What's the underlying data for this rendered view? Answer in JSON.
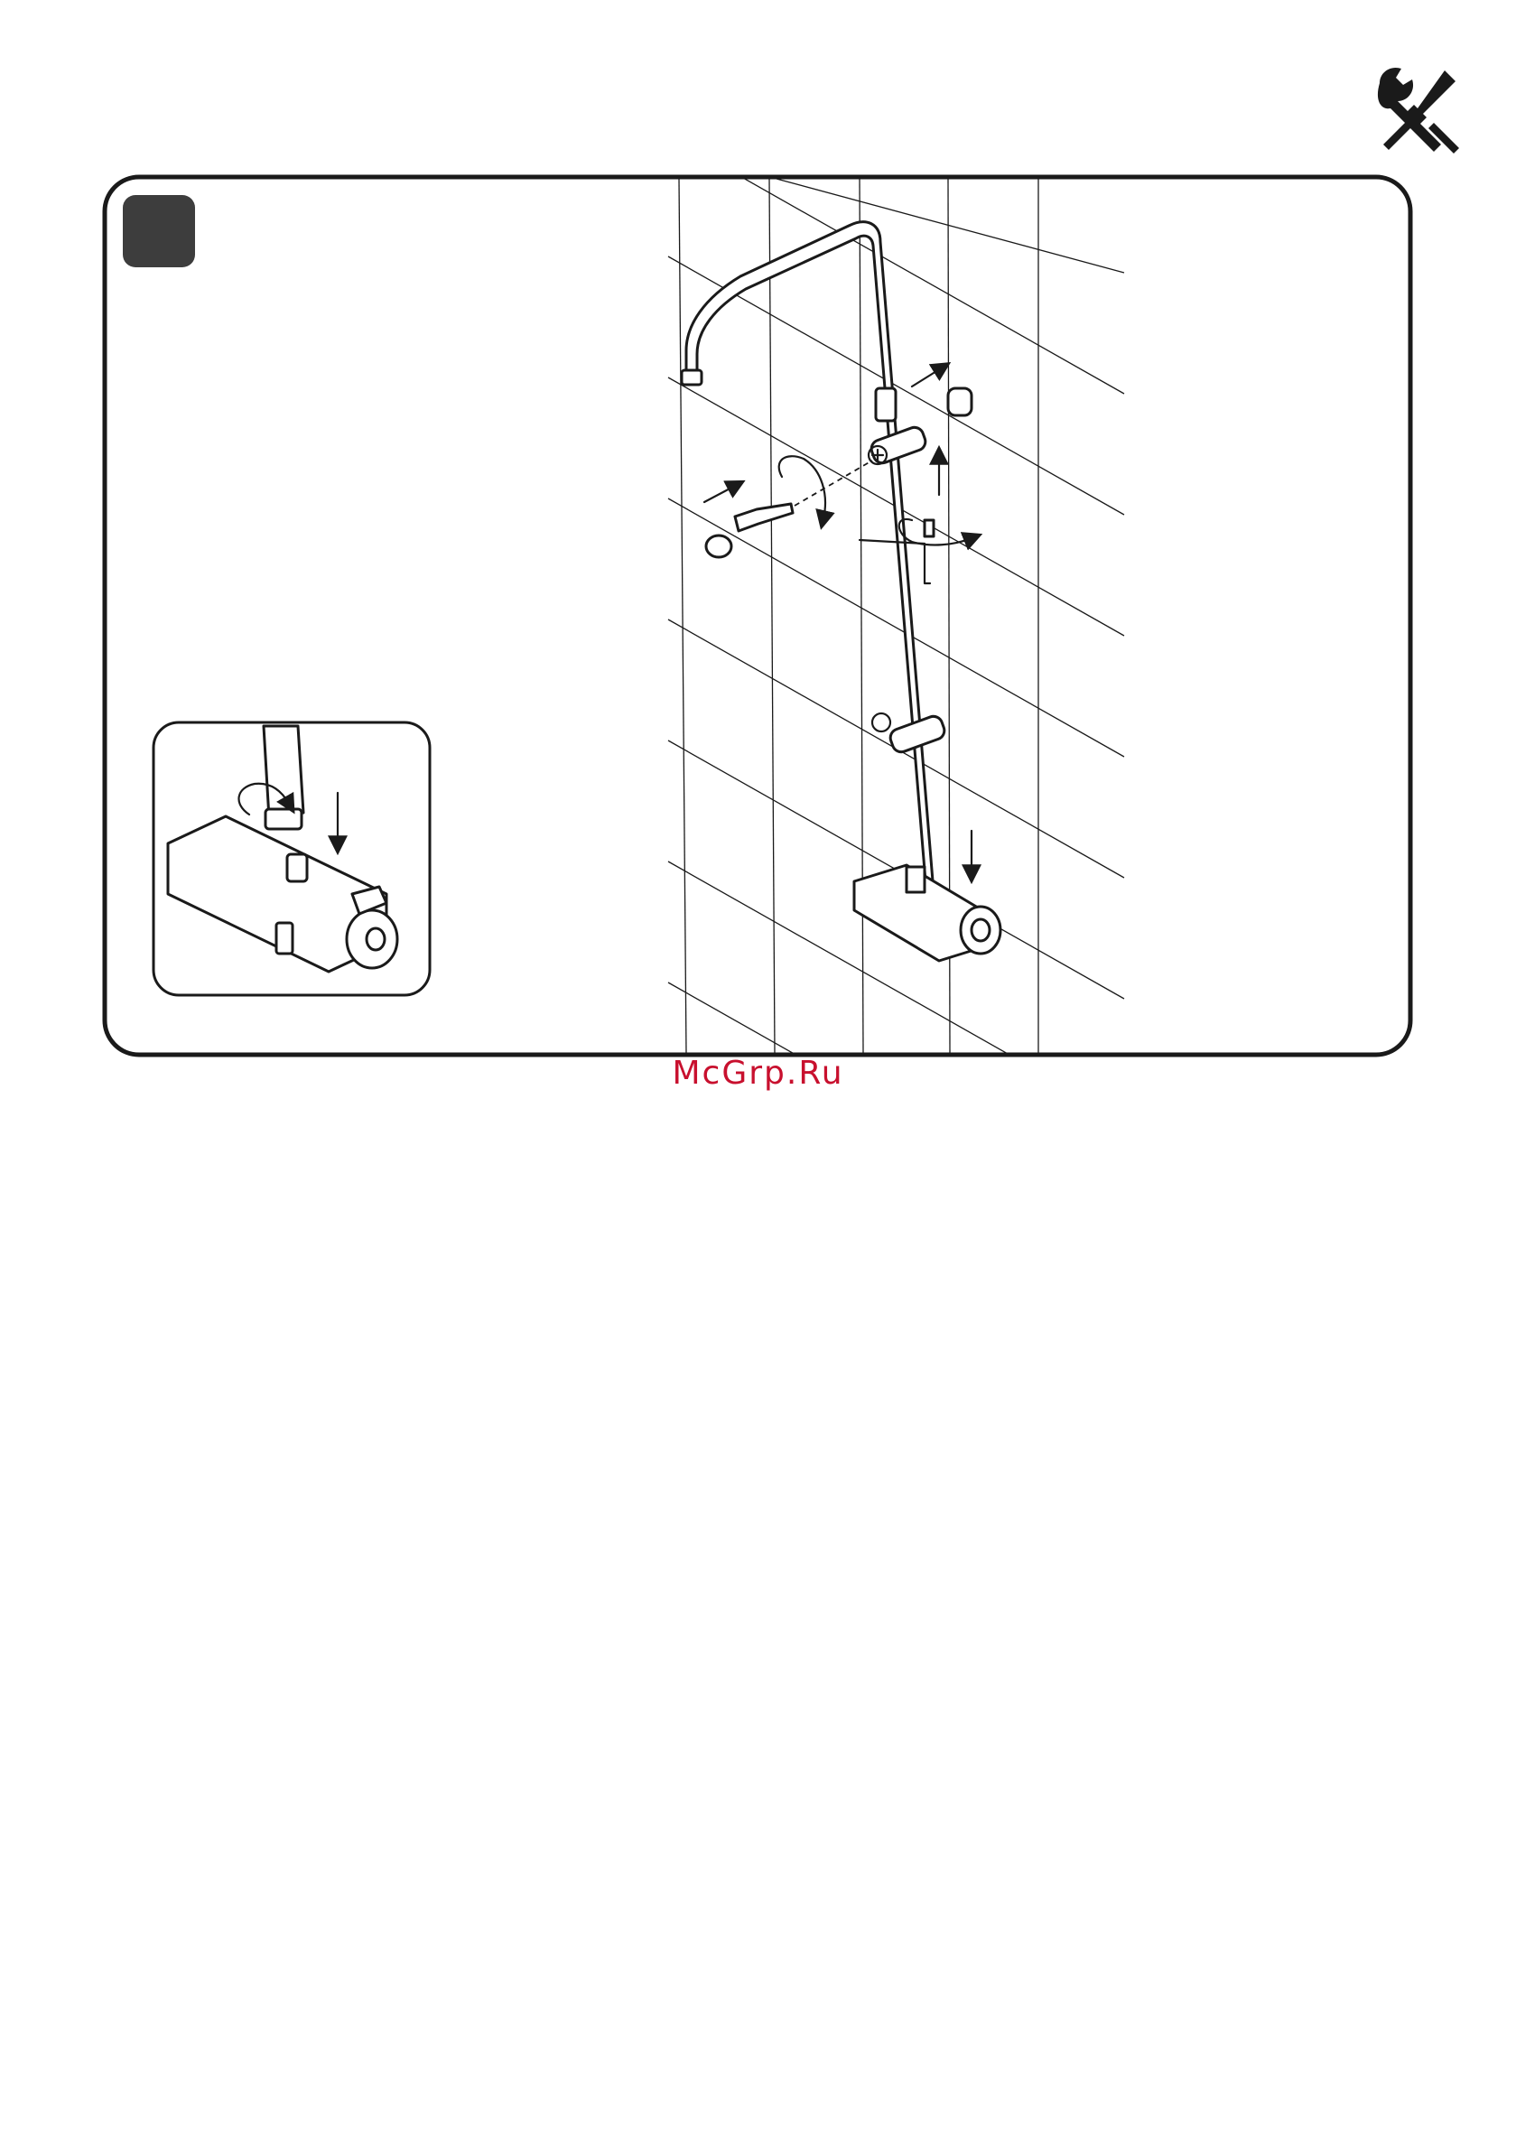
{
  "watermark": "McGrp.Ru",
  "footer": "",
  "icons": {
    "tools": "tools-icon",
    "step_badge": "step-marker"
  },
  "colors": {
    "frame": "#1a1a1a",
    "step_badge": "#3d3d3d",
    "watermark": "#c8102e"
  },
  "panels": [
    {
      "id": "step-1",
      "insets": [
        "inset-mixer-connection"
      ]
    },
    {
      "id": "step-2",
      "insets": [
        "inset-wrench-left",
        "inset-wrench-right"
      ]
    }
  ]
}
